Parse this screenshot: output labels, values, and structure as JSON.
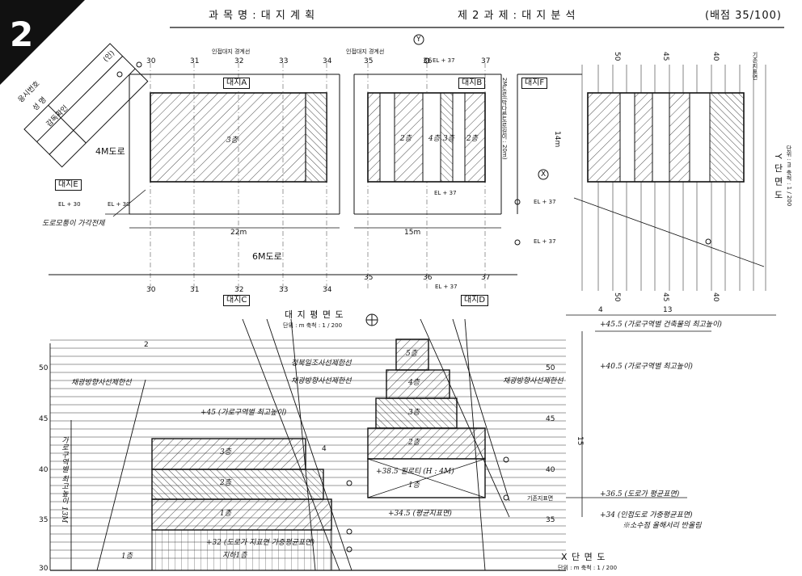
{
  "header": {
    "problem_number": "2",
    "subject": "과 목 명 : 대 지 계 획",
    "assignment": "제 2 과 제 : 대 지 분 석",
    "score": "(배점  35/100)"
  },
  "id_box": {
    "rows": [
      "응시번호",
      "성      명",
      "감독확인"
    ],
    "seal": "(인)"
  },
  "plan": {
    "labels": {
      "site_a": "대지A",
      "site_b": "대지B",
      "site_c": "대지C",
      "site_d": "대지D",
      "site_e": "대지E",
      "site_f": "대지F",
      "boundary1": "인접대지 경계선",
      "boundary2": "인접대지 경계선",
      "road4": "4M도로",
      "road6": "6M도로",
      "road2": "2M도로(막다른도로길이 : 20m)",
      "road_width_label": "4M도로",
      "dim_22": "22m",
      "dim_15": "15m",
      "dim_14": "14m",
      "el30a": "EL + 30",
      "el30b": "EL + 30",
      "el37a": "EL + 37",
      "el37b": "EL + 37",
      "el37c": "EL + 37",
      "el37d": "EL + 37",
      "el37e": "EL + 37",
      "title": "대 지 평 면 도",
      "scale": "단위 : m   축척 : 1 / 200",
      "note_road": "도로모퉁이 가각전제",
      "floor_a": "3층",
      "floor_b1": "2층",
      "floor_b2": "4층",
      "floor_b3": "3층",
      "floor_b4": "2층"
    },
    "grid_top": [
      "30",
      "31",
      "32",
      "33",
      "34",
      "35",
      "36",
      "37"
    ],
    "grid_bottom": [
      "30",
      "31",
      "32",
      "33",
      "34",
      "35",
      "36",
      "37"
    ],
    "grid_right": [
      "50",
      "45",
      "40"
    ],
    "grid_right_bottom": [
      "50",
      "45",
      "40"
    ],
    "right_label": "기존지표면",
    "axis_x": "X",
    "axis_y": "Y"
  },
  "ysection": {
    "title": "Y 단 면 도",
    "scale": "단위 : m   축척 : 1 / 200",
    "notes": {
      "n1": "+45.5 (가로구역별 건축물의 최고높이)",
      "n2": "+40.5 (가로구역별 최고높이)",
      "n3": "+36.5 (도로가 평균표면)",
      "n4": "+34 (인접도로 가중평균표면)",
      "n5": "※소수점 올해서리 반올림",
      "dim_4": "4",
      "dim_13": "13",
      "dim_15": "15"
    }
  },
  "xsection": {
    "title": "X 단 면 도",
    "scale": "단위 : m   축척 : 1 / 200",
    "levels": [
      "50",
      "45",
      "40",
      "35",
      "30"
    ],
    "levels_right": [
      "50",
      "45",
      "40",
      "35"
    ],
    "ground_label": "기존지표면",
    "floors_left": [
      "3층",
      "2층",
      "1층"
    ],
    "floors_right": [
      "5층",
      "4층",
      "3층",
      "2층",
      "1층"
    ],
    "notes": {
      "n1": "정북일조사선제한선",
      "n2": "채광방향사선제한선",
      "n3": "채광방향사선제한선",
      "n4": "채광방향사선제한선",
      "n5": "+45 (가로구역별 최고높이)",
      "n6": "+38.5 필로티 (H : 4M)",
      "n7": "+34.5 (평균지표면)",
      "n8": "+32 (도로가 지표면 가중평균표면)",
      "n9": "지하1층",
      "n10": "가로구역별 최고높이 13M",
      "n11": "1층",
      "dim_2": "2",
      "dim_4": "4"
    }
  }
}
